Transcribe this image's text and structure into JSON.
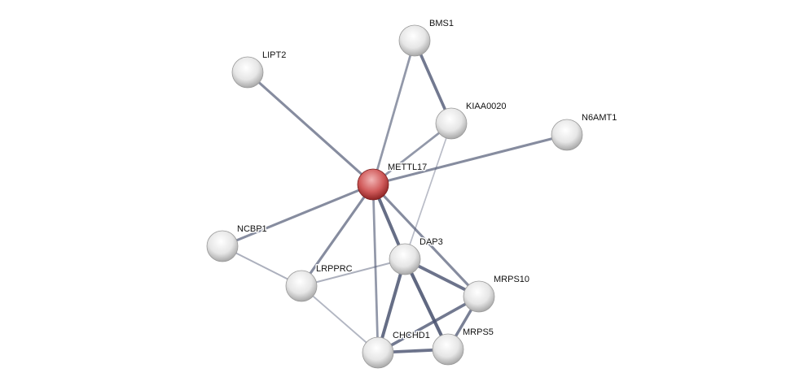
{
  "network": {
    "query_color": "#c0393b",
    "node_color": "#e8e8e8",
    "edge_color": "#4a5370",
    "nodes": [
      {
        "id": "METTL17",
        "label": "METTL17",
        "query": true
      },
      {
        "id": "BMS1",
        "label": "BMS1"
      },
      {
        "id": "LIPT2",
        "label": "LIPT2"
      },
      {
        "id": "KIAA0020",
        "label": "KIAA0020"
      },
      {
        "id": "N6AMT1",
        "label": "N6AMT1"
      },
      {
        "id": "NCBP1",
        "label": "NCBP1"
      },
      {
        "id": "DAP3",
        "label": "DAP3"
      },
      {
        "id": "LRPPRC",
        "label": "LRPPRC"
      },
      {
        "id": "MRPS10",
        "label": "MRPS10"
      },
      {
        "id": "CHCHD1",
        "label": "CHCHD1"
      },
      {
        "id": "MRPS5",
        "label": "MRPS5"
      }
    ],
    "edges": [
      {
        "source": "METTL17",
        "target": "LIPT2",
        "strength": 0.6
      },
      {
        "source": "METTL17",
        "target": "BMS1",
        "strength": 0.5
      },
      {
        "source": "METTL17",
        "target": "KIAA0020",
        "strength": 0.5
      },
      {
        "source": "METTL17",
        "target": "N6AMT1",
        "strength": 0.6
      },
      {
        "source": "METTL17",
        "target": "NCBP1",
        "strength": 0.6
      },
      {
        "source": "METTL17",
        "target": "LRPPRC",
        "strength": 0.6
      },
      {
        "source": "METTL17",
        "target": "DAP3",
        "strength": 0.85
      },
      {
        "source": "METTL17",
        "target": "MRPS10",
        "strength": 0.6
      },
      {
        "source": "METTL17",
        "target": "CHCHD1",
        "strength": 0.5
      },
      {
        "source": "BMS1",
        "target": "KIAA0020",
        "strength": 0.75
      },
      {
        "source": "KIAA0020",
        "target": "DAP3",
        "strength": 0.2
      },
      {
        "source": "NCBP1",
        "target": "LRPPRC",
        "strength": 0.3
      },
      {
        "source": "LRPPRC",
        "target": "DAP3",
        "strength": 0.3
      },
      {
        "source": "LRPPRC",
        "target": "CHCHD1",
        "strength": 0.25
      },
      {
        "source": "DAP3",
        "target": "MRPS10",
        "strength": 0.8
      },
      {
        "source": "DAP3",
        "target": "CHCHD1",
        "strength": 0.85
      },
      {
        "source": "DAP3",
        "target": "MRPS5",
        "strength": 0.9
      },
      {
        "source": "MRPS10",
        "target": "CHCHD1",
        "strength": 0.75
      },
      {
        "source": "MRPS10",
        "target": "MRPS5",
        "strength": 0.7
      },
      {
        "source": "CHCHD1",
        "target": "MRPS5",
        "strength": 0.8
      }
    ]
  }
}
